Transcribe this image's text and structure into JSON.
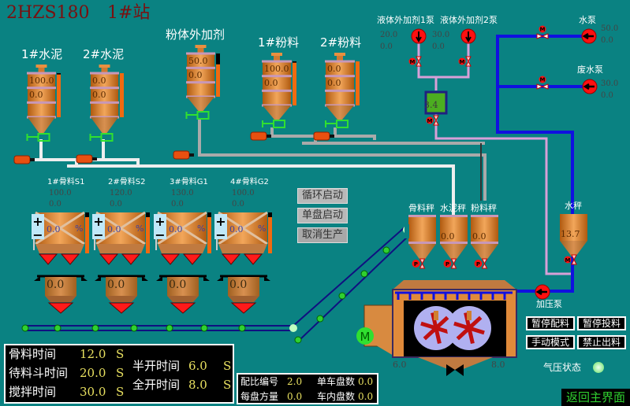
{
  "header": {
    "title": "2HZS180",
    "station": "1#站"
  },
  "cement_silos": [
    {
      "label": "1#水泥",
      "values": [
        "100.0",
        "0.0"
      ],
      "level": 0.97
    },
    {
      "label": "2#水泥",
      "values": [
        "0.0",
        "0.0"
      ],
      "level": 1.0
    }
  ],
  "powder_additive": {
    "label": "粉体外加剂",
    "values": [
      "50.0",
      "0.0"
    ],
    "level": 0.75
  },
  "powder_silos": [
    {
      "label": "1#粉料",
      "values": [
        "100.0",
        "0.0"
      ],
      "level": 0.97
    },
    {
      "label": "2#粉料",
      "values": [
        "0.0",
        "0.0"
      ],
      "level": 1.0
    }
  ],
  "liquid_pumps": [
    {
      "label": "液体外加剂1泵",
      "values": [
        "20.0",
        "0.0"
      ]
    },
    {
      "label": "液体外加剂2泵",
      "values": [
        "30.0",
        "0.0"
      ]
    }
  ],
  "liquid_tank": {
    "value": "3.4"
  },
  "water_pumps": [
    {
      "label": "水泵",
      "values": [
        "50.0",
        "0.0"
      ]
    },
    {
      "label": "废水泵",
      "values": [
        "30.0",
        "0.0"
      ]
    }
  ],
  "aggregates": [
    {
      "label": "1#骨料S1",
      "setpoint": "100.0",
      "actual": "0.0",
      "percent": "0.0",
      "unit": "%",
      "weight": "0.0"
    },
    {
      "label": "2#骨料S2",
      "setpoint": "120.0",
      "actual": "0.0",
      "percent": "0.0",
      "unit": "%",
      "weight": "0.0"
    },
    {
      "label": "3#骨料G1",
      "setpoint": "130.0",
      "actual": "0.0",
      "percent": "0.0",
      "unit": "%",
      "weight": "0.0"
    },
    {
      "label": "4#骨料G2",
      "setpoint": "100.0",
      "actual": "0.0",
      "percent": "0.0",
      "unit": "%",
      "weight": "0.0"
    }
  ],
  "control_buttons": [
    "循环启动",
    "单盘启动",
    "取消生产"
  ],
  "weighers": [
    {
      "label": "骨料秤",
      "value": ""
    },
    {
      "label": "水泥秤",
      "value": "0.0"
    },
    {
      "label": "粉料秤",
      "value": "0.0"
    }
  ],
  "water_scale": {
    "label": "水秤",
    "value": "13.7"
  },
  "mixer": {
    "left_value": "6.0",
    "right_value": "8.0",
    "motor_symbol": "M"
  },
  "symbols": {
    "motor_valve": "M",
    "pneumatic_valve": "P",
    "plus": "+",
    "minus": "−"
  },
  "booster_pump": {
    "label": "加压泵"
  },
  "mode_buttons": [
    "暂停配料",
    "暂停投料",
    "手动模式",
    "禁止出料"
  ],
  "air_pressure": {
    "label": "气压状态",
    "status_color": "#90ff90"
  },
  "return_button": "返回主界面",
  "timings": {
    "rows": [
      {
        "label": "骨料时间",
        "value": "12.0",
        "unit": "S"
      },
      {
        "label": "待料斗时间",
        "value": "20.0",
        "unit": "S"
      },
      {
        "label": "搅拌时间",
        "value": "30.0",
        "unit": "S"
      },
      {
        "label": "半开时间",
        "value": "6.0",
        "unit": "S"
      },
      {
        "label": "全开时间",
        "value": "8.0",
        "unit": "S"
      }
    ]
  },
  "recipe": {
    "items": [
      {
        "label": "配比编号",
        "value": "2.0"
      },
      {
        "label": "单车盘数",
        "value": "0.0"
      },
      {
        "label": "每盘方量",
        "value": "0.0"
      },
      {
        "label": "车内盘数",
        "value": "0.0"
      }
    ]
  },
  "colors": {
    "background": "#0a8282",
    "orange": "#e8892a",
    "water_pipe": "#1010e0",
    "additive_pipe": "#d8a0d8",
    "pump_red": "#ff1010"
  }
}
